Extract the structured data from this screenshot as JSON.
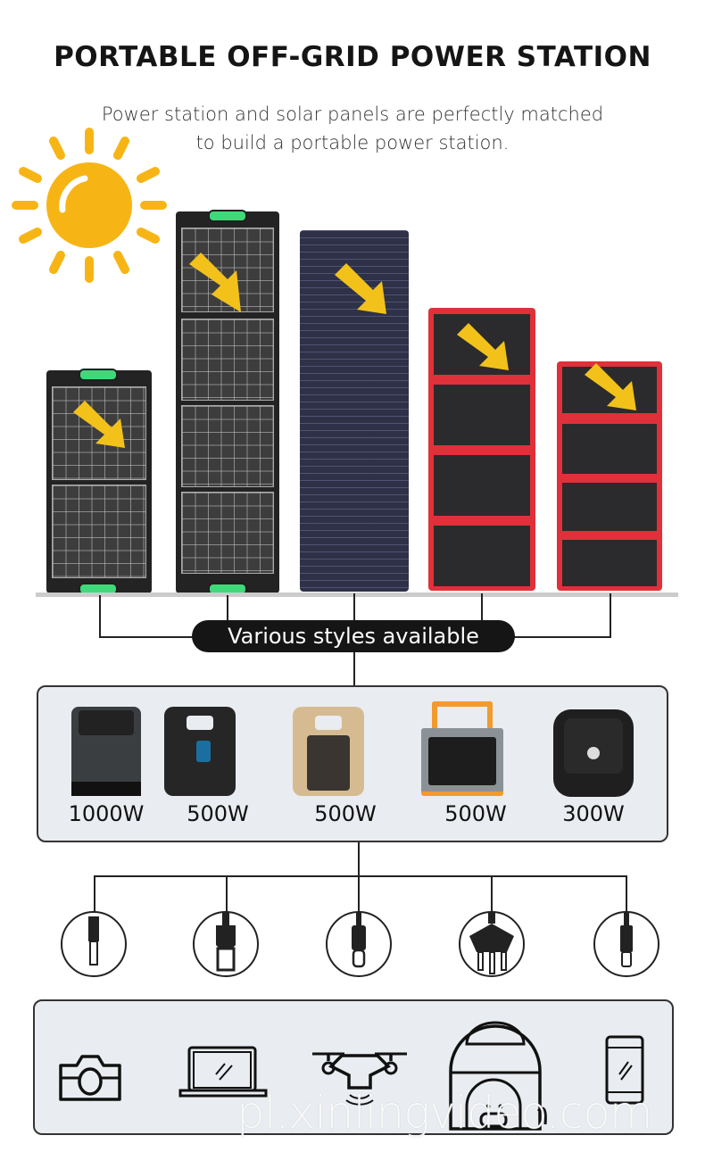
{
  "header": {
    "title": "PORTABLE OFF-GRID POWER STATION",
    "subtitle_line1": "Power station and solar panels are perfectly matched",
    "subtitle_line2": "to build a portable power station."
  },
  "solar_panels": {
    "styles_label": "Various styles available",
    "panels": [
      {
        "color": "#2a2a2a",
        "accent": "#3fd97a"
      },
      {
        "color": "#2a2a2a",
        "accent": "#3fd97a"
      },
      {
        "color": "#2e3148"
      },
      {
        "color": "#e0303a"
      },
      {
        "color": "#e0303a"
      }
    ]
  },
  "power_stations": [
    {
      "label": "1000W"
    },
    {
      "label": "500W"
    },
    {
      "label": "500W"
    },
    {
      "label": "500W"
    },
    {
      "label": "300W"
    }
  ],
  "connectors": [
    "dc-barrel-plug-icon",
    "usb-a-plug-icon",
    "usb-c-plug-icon",
    "ac-plug-icon",
    "lightning-plug-icon"
  ],
  "devices": [
    "camera-icon",
    "laptop-icon",
    "drone-icon",
    "rice-cooker-icon",
    "smartphone-icon"
  ],
  "watermark": "pl.xinlingvideo.com",
  "colors": {
    "sun": "#f7b515",
    "arrow": "#f2c21b",
    "box_bg": "#e9ecf0"
  }
}
